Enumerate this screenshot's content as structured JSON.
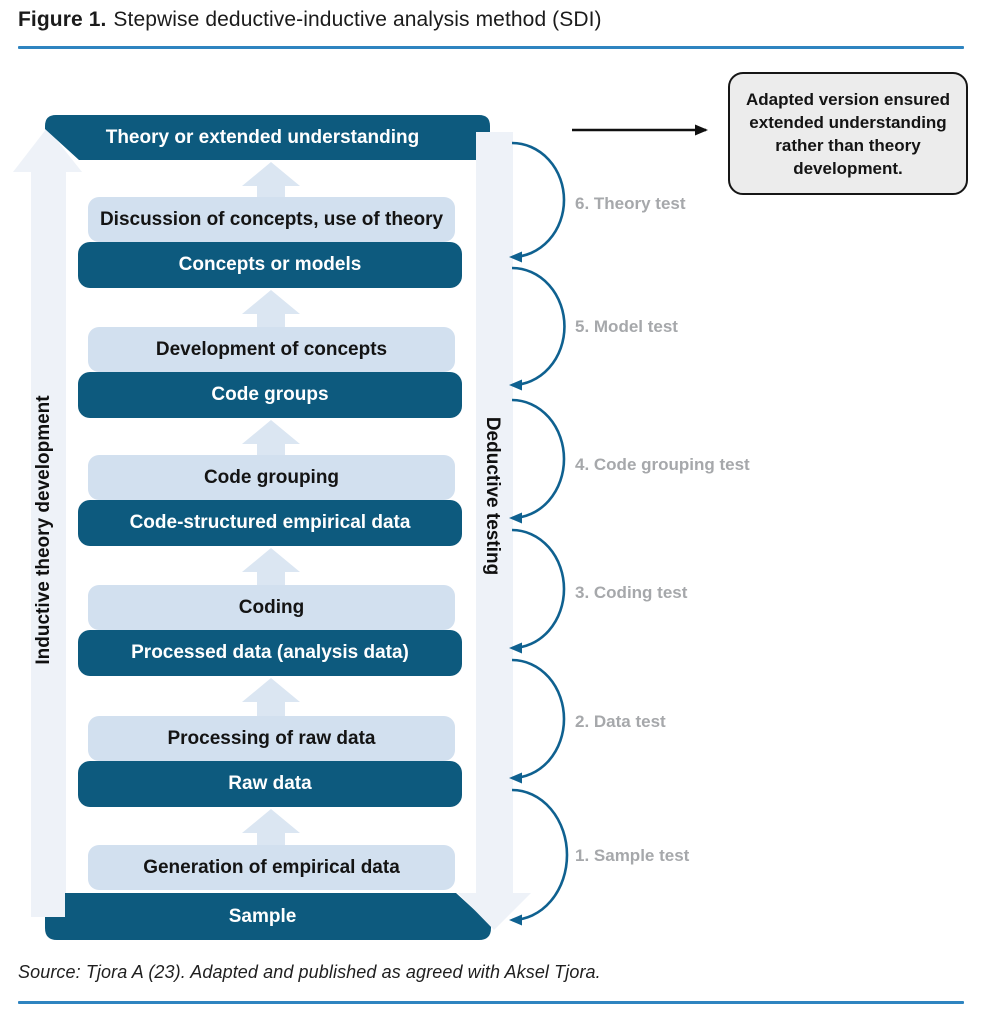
{
  "figure_caption": {
    "prefix": "Figure 1.",
    "text": "Stepwise deductive-inductive analysis method (SDI)"
  },
  "diagram": {
    "left_axis_label": "Inductive theory development",
    "right_axis_label": "Deductive testing",
    "top_banner": "Theory or extended understanding",
    "bottom_banner": "Sample",
    "stages": [
      {
        "process": "Discussion of concepts, use of theory",
        "output": "Concepts or models"
      },
      {
        "process": "Development of concepts",
        "output": "Code groups"
      },
      {
        "process": "Code grouping",
        "output": "Code-structured empirical data"
      },
      {
        "process": "Coding",
        "output": "Processed data (analysis data)"
      },
      {
        "process": "Processing of raw data",
        "output": "Raw data"
      },
      {
        "process": "Generation of empirical data"
      }
    ],
    "tests": [
      {
        "label": "6. Theory test"
      },
      {
        "label": "5. Model test"
      },
      {
        "label": "4. Code grouping test"
      },
      {
        "label": "3. Coding test"
      },
      {
        "label": "2. Data test"
      },
      {
        "label": "1. Sample test"
      }
    ],
    "annotation_lines": [
      "Adapted version ensured",
      "extended understanding",
      "rather than theory",
      "development."
    ],
    "colors": {
      "dark_teal": "#0d5a7e",
      "light_blue_box": "#d2e0ef",
      "pale_arrow": "#dbe6f2",
      "pale_band": "#eef2f8",
      "arc_blue": "#0f6190",
      "test_label_gray": "#a6a8ab",
      "rule_blue": "#2e84c0",
      "annotation_bg": "#ececec"
    }
  },
  "source_note": "Source: Tjora A (23). Adapted and published as agreed with Aksel Tjora."
}
